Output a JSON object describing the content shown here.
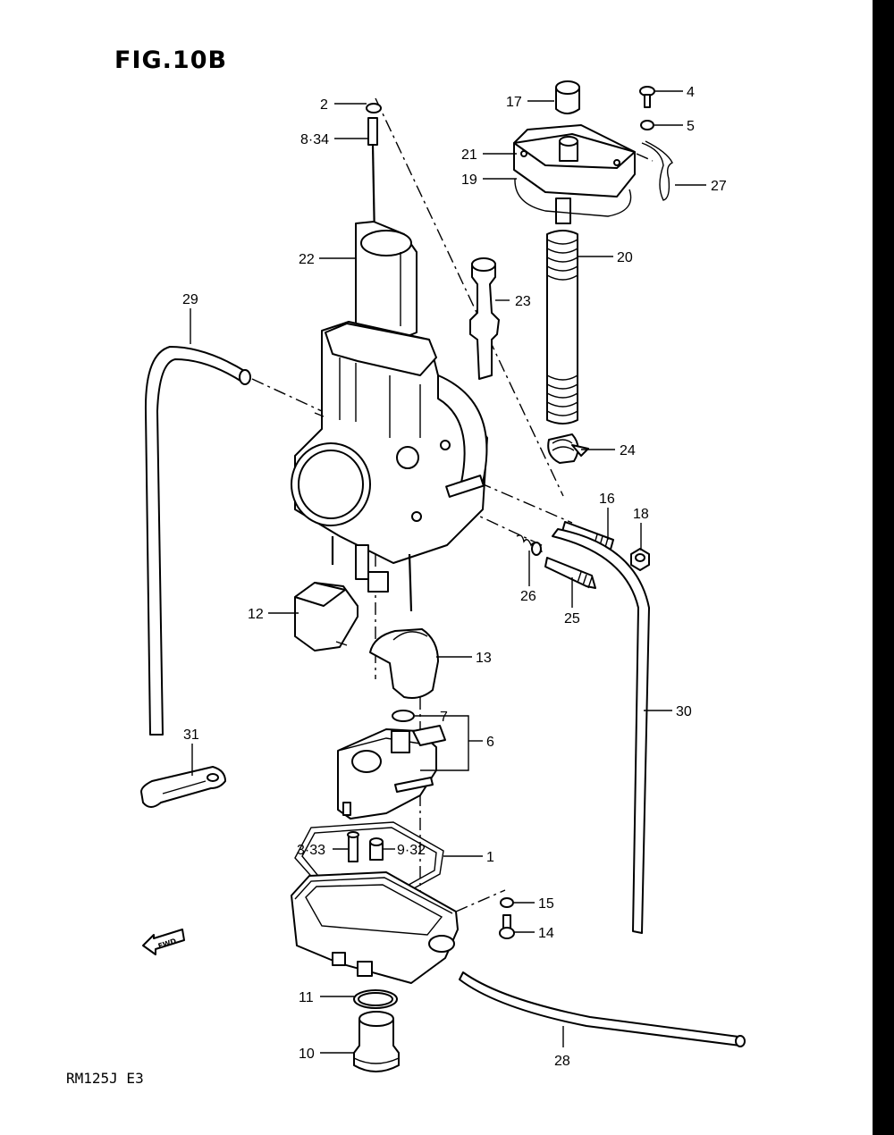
{
  "figure": {
    "title": "FIG.10B",
    "model_code": "RM125J E3",
    "fwd_label": "FWD"
  },
  "callouts": [
    {
      "id": "c2",
      "text": "2"
    },
    {
      "id": "c8-34",
      "text": "8·34"
    },
    {
      "id": "c17",
      "text": "17"
    },
    {
      "id": "c4",
      "text": "4"
    },
    {
      "id": "c5",
      "text": "5"
    },
    {
      "id": "c21",
      "text": "21"
    },
    {
      "id": "c19",
      "text": "19"
    },
    {
      "id": "c27",
      "text": "27"
    },
    {
      "id": "c20",
      "text": "20"
    },
    {
      "id": "c22",
      "text": "22"
    },
    {
      "id": "c23",
      "text": "23"
    },
    {
      "id": "c29",
      "text": "29"
    },
    {
      "id": "c24",
      "text": "24"
    },
    {
      "id": "c16",
      "text": "16"
    },
    {
      "id": "c18",
      "text": "18"
    },
    {
      "id": "c26",
      "text": "26"
    },
    {
      "id": "c25",
      "text": "25"
    },
    {
      "id": "c12",
      "text": "12"
    },
    {
      "id": "c13",
      "text": "13"
    },
    {
      "id": "c30",
      "text": "30"
    },
    {
      "id": "c7",
      "text": "7"
    },
    {
      "id": "c6",
      "text": "6"
    },
    {
      "id": "c31",
      "text": "31"
    },
    {
      "id": "c3-33",
      "text": "3·33"
    },
    {
      "id": "c9-32",
      "text": "9·32"
    },
    {
      "id": "c1",
      "text": "1"
    },
    {
      "id": "c15",
      "text": "15"
    },
    {
      "id": "c14",
      "text": "14"
    },
    {
      "id": "c11",
      "text": "11"
    },
    {
      "id": "c10",
      "text": "10"
    },
    {
      "id": "c28",
      "text": "28"
    }
  ]
}
